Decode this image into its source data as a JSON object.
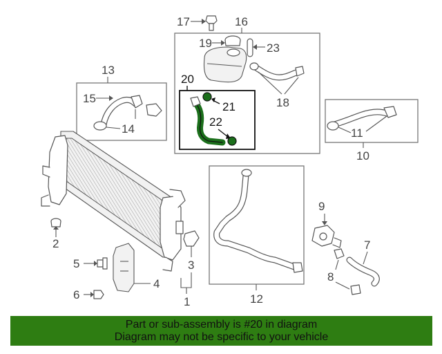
{
  "diagram": {
    "callouts": {
      "c1": "1",
      "c2": "2",
      "c3": "3",
      "c4": "4",
      "c5": "5",
      "c6": "6",
      "c7": "7",
      "c8": "8",
      "c9": "9",
      "c10": "10",
      "c11": "11",
      "c12": "12",
      "c13": "13",
      "c14": "14",
      "c15": "15",
      "c16": "16",
      "c17": "17",
      "c18": "18",
      "c19": "19",
      "c20": "20",
      "c21": "21",
      "c22": "22",
      "c23": "23"
    },
    "highlight_color": "#1b6f1b",
    "highlighted_part": "20"
  },
  "banner": {
    "line1": "Part or sub-assembly is #20 in diagram",
    "line2": "Diagram may not be specific to your vehicle",
    "background": "#2e7d12"
  }
}
